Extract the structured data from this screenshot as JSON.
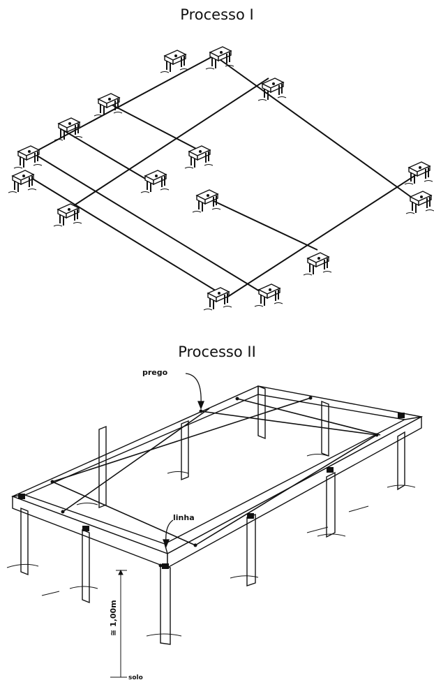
{
  "process1": {
    "title": "Processo I"
  },
  "process2": {
    "title": "Processo II",
    "labels": {
      "nail": "prego",
      "line": "linha",
      "height": "≅ 1,00m",
      "ground": "solo"
    }
  }
}
